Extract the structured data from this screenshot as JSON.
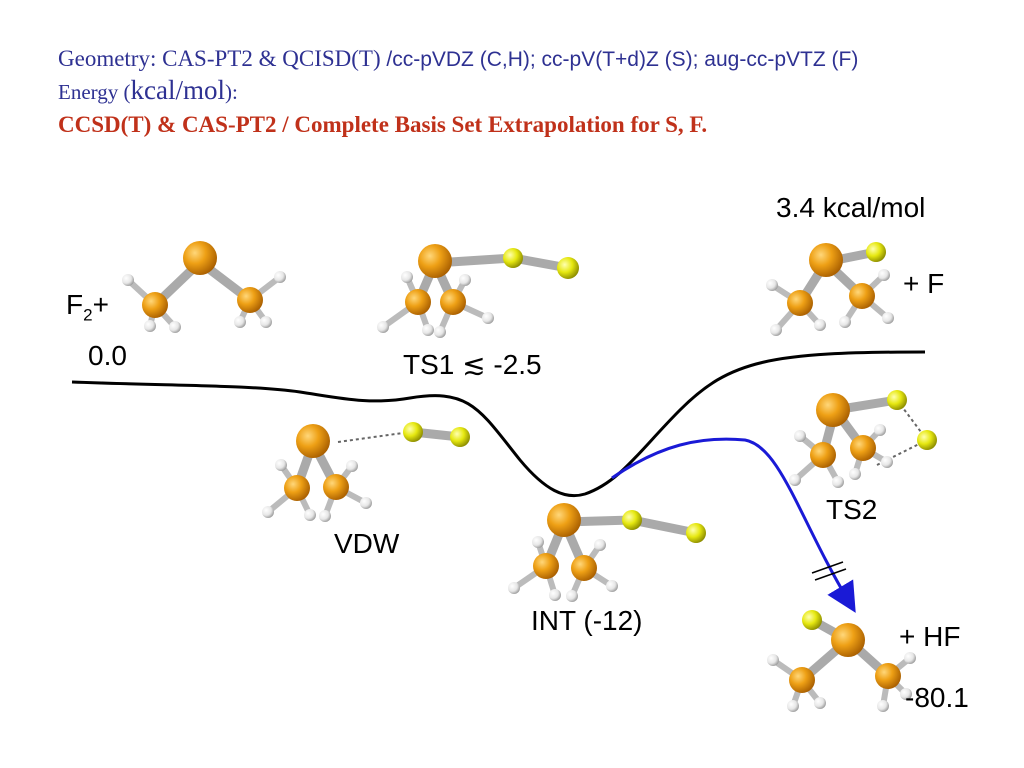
{
  "header": {
    "geometry_prefix": "Geometry: CAS-PT2 & QCISD(T) ",
    "geometry_basis": "/cc-pVDZ (C,H); cc-pV(T+d)Z (S); aug-cc-pVTZ (F)",
    "energy_prefix": "Energy (",
    "energy_unit": "kcal/mol",
    "energy_suffix": "):",
    "method_line": "CCSD(T) & CAS-PT2 / Complete Basis Set Extrapolation for S, F."
  },
  "labels": {
    "reactant_f": "F",
    "reactant_sub": "2",
    "reactant_plus": "+",
    "reactant_energy": "0.0",
    "ts1": "TS1 ≲ -2.5",
    "vdw": "VDW",
    "intermediate": "INT (-12)",
    "product_energy_top": "3.4 kcal/mol",
    "product_f": "+ F",
    "ts2": "TS2",
    "product_hf": "+ HF",
    "product_hf_energy": "-80.1"
  },
  "colors": {
    "title_blue": "#2e3192",
    "title_red": "#c0311a",
    "path_black": "#000000",
    "path_blue": "#1a1ad6",
    "sulfur": "#e89a10",
    "carbon": "#e88a10",
    "fluorine": "#e6ea10",
    "hydrogen": "#f2f2f2"
  },
  "molecules": [
    {
      "name": "dimethyl-sulfide-reactant"
    },
    {
      "name": "ts1-structure"
    },
    {
      "name": "radical-product"
    },
    {
      "name": "vdw-complex"
    },
    {
      "name": "int-structure"
    },
    {
      "name": "ts2-structure"
    },
    {
      "name": "hf-product"
    }
  ]
}
